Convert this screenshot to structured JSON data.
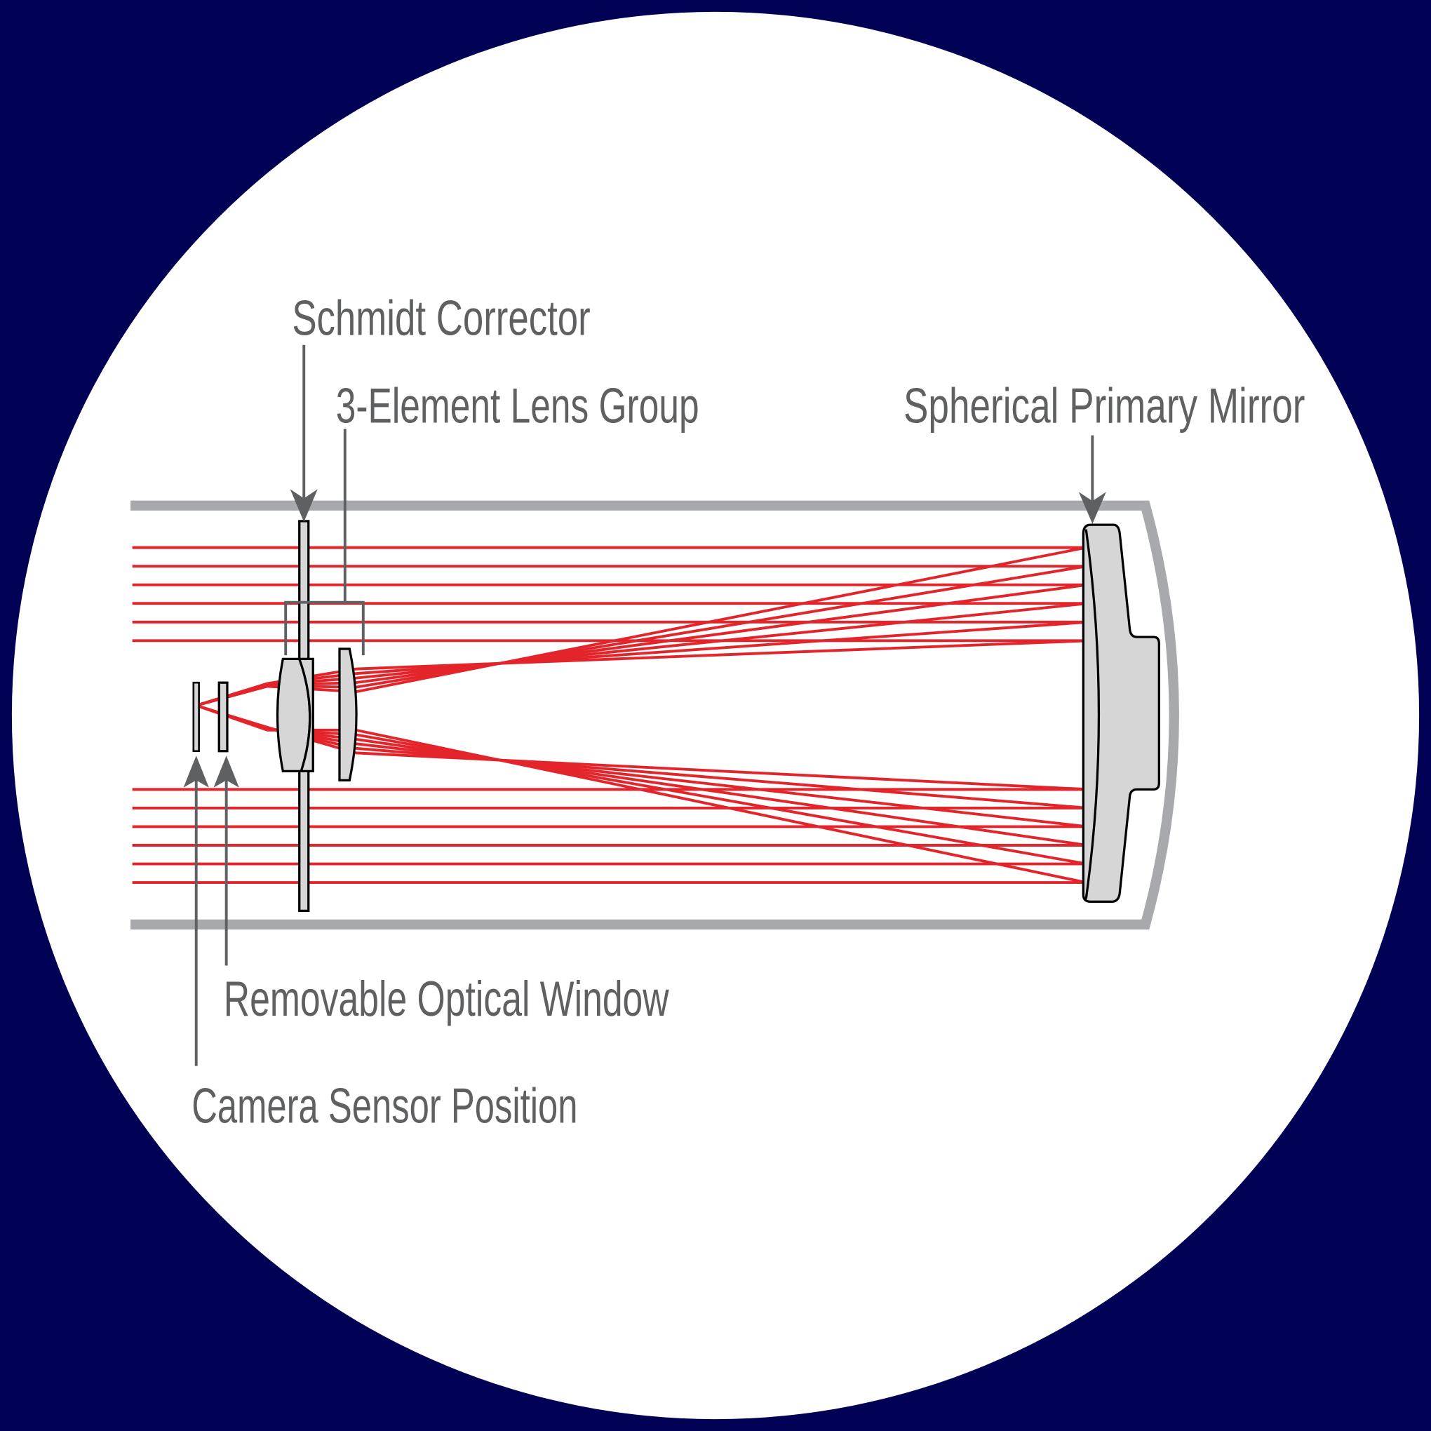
{
  "labels": {
    "schmidt_corrector": "Schmidt Corrector",
    "lens_group": "3-Element Lens Group",
    "primary_mirror": "Spherical Primary Mirror",
    "optical_window": "Removable Optical Window",
    "sensor_position": "Camera Sensor Position"
  },
  "colors": {
    "background": "#000055",
    "circle": "#ffffff",
    "ray": "#e3242b",
    "tube": "#a7a9ac",
    "glass": "#d6d6d6",
    "label": "#5f6062"
  }
}
